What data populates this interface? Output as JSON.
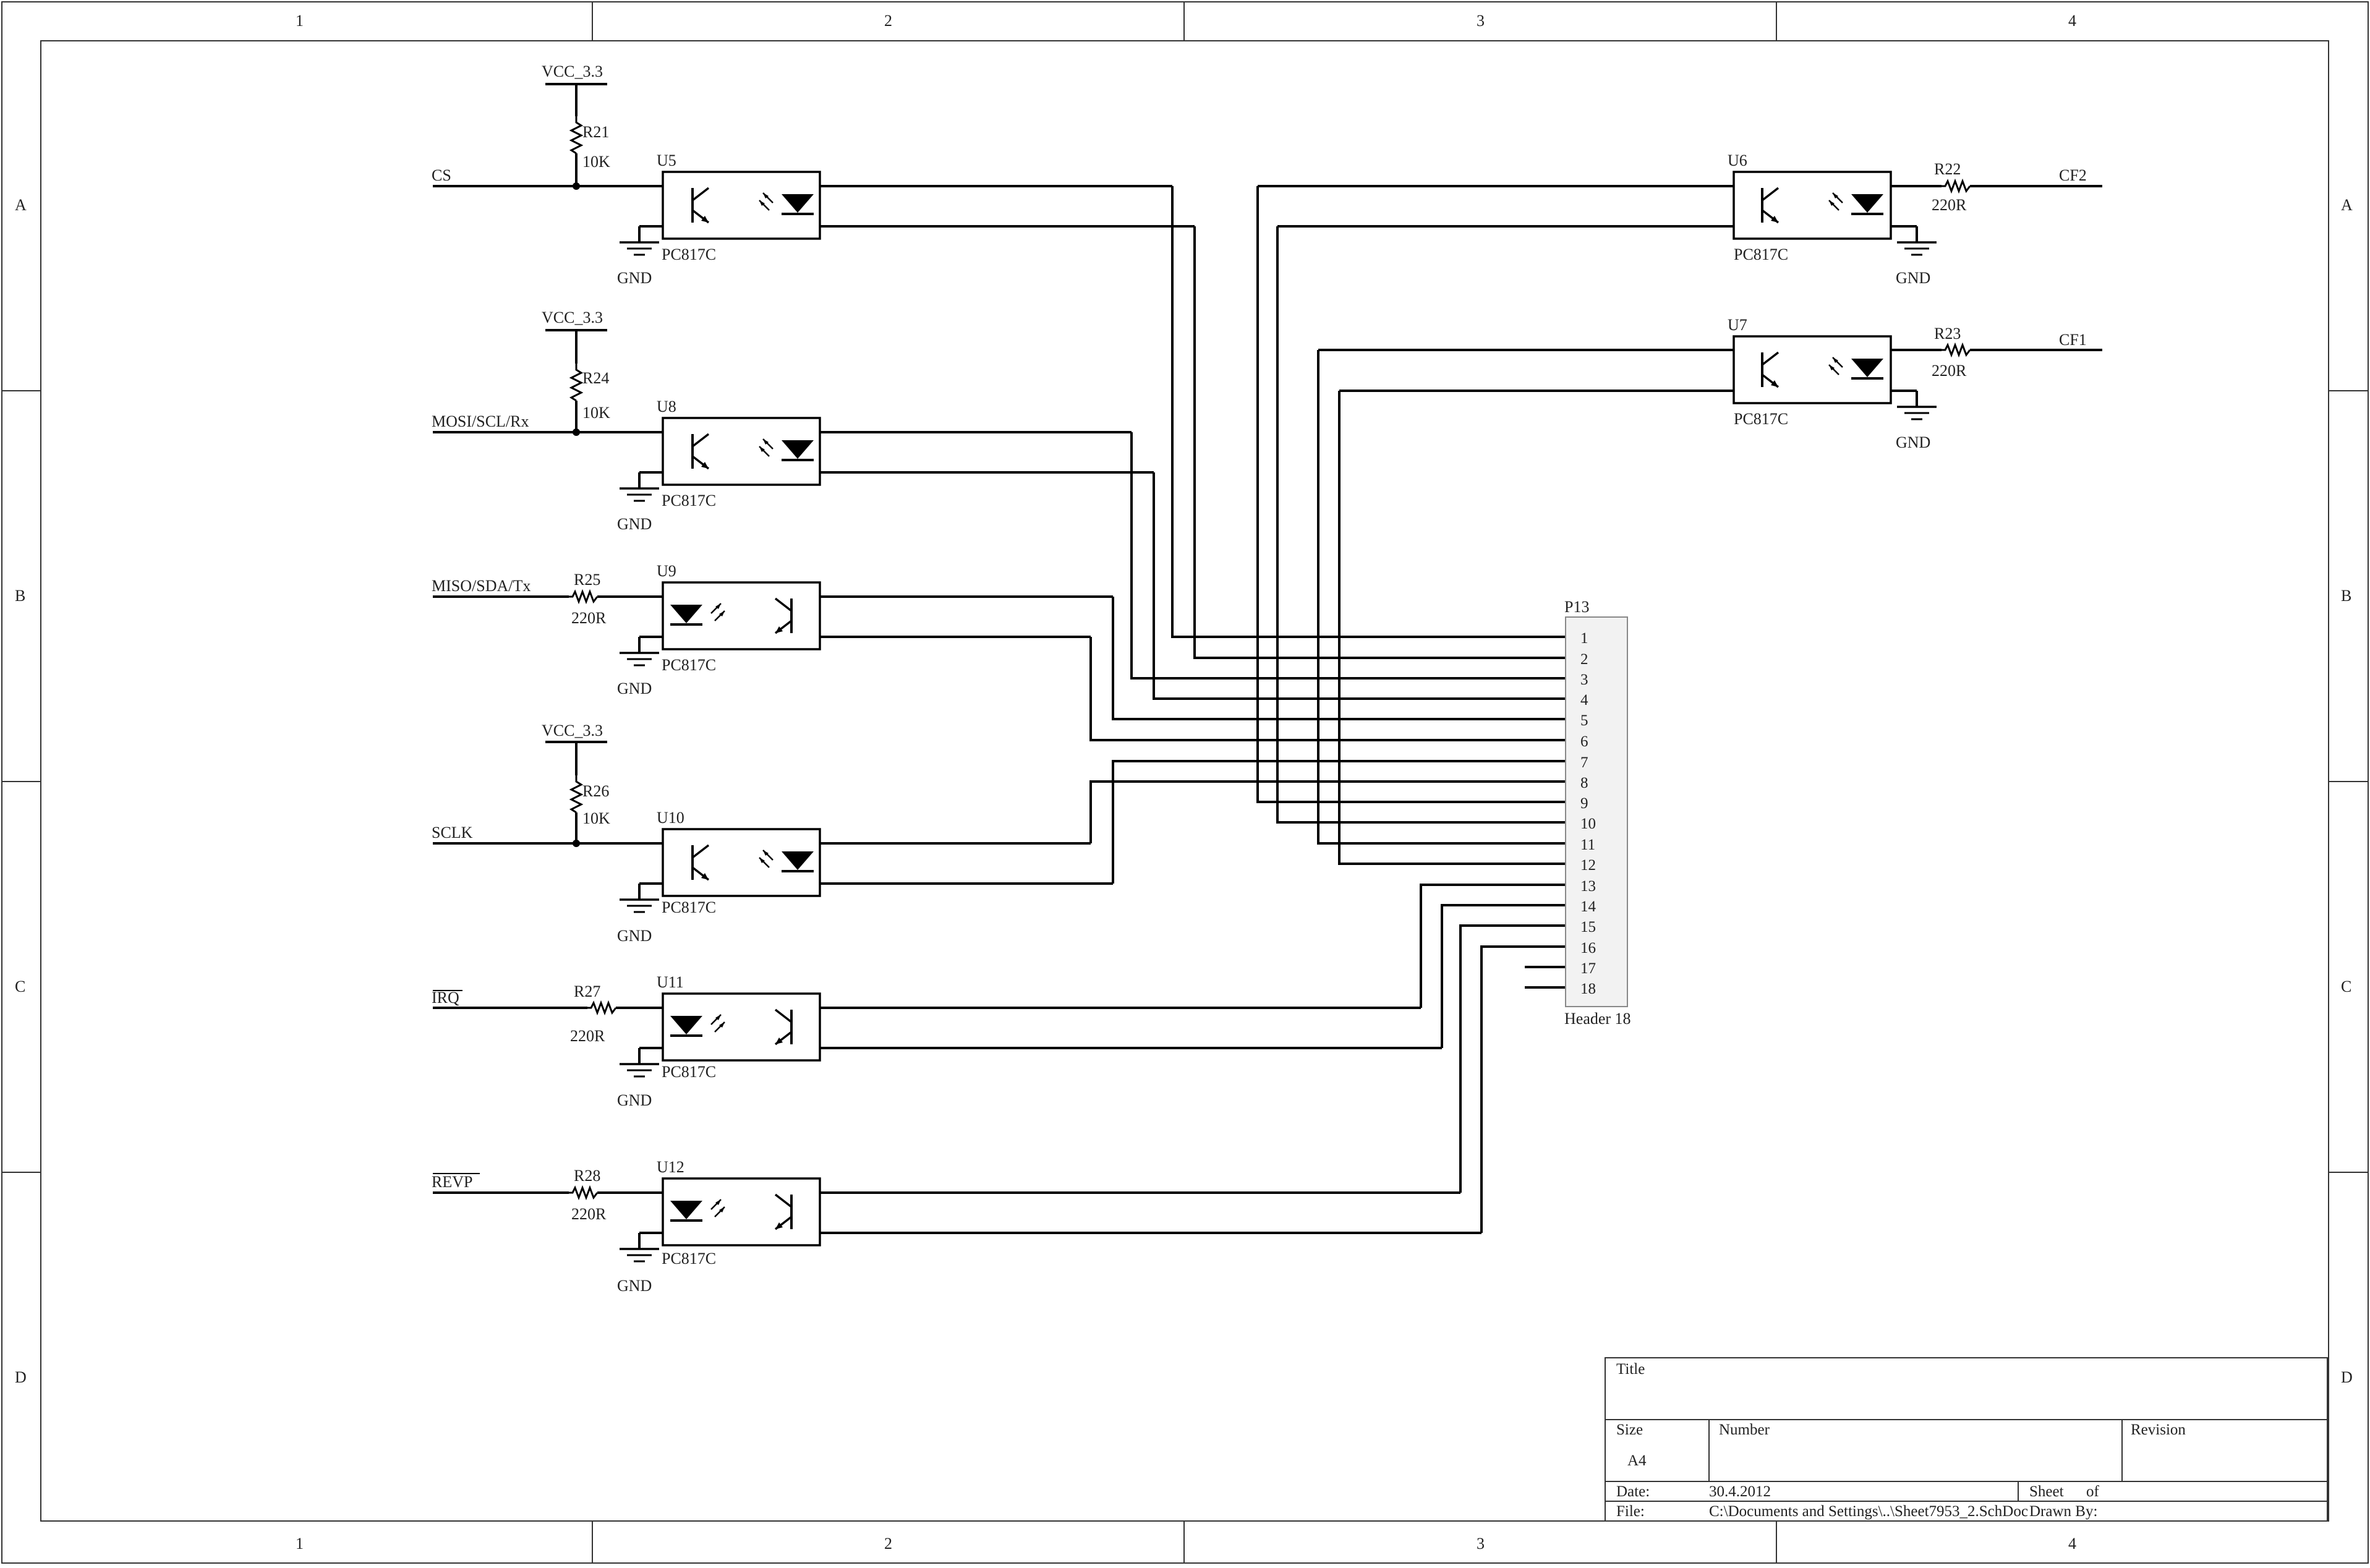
{
  "frame": {
    "columns": [
      "1",
      "2",
      "3",
      "4"
    ],
    "rows": [
      "A",
      "B",
      "C",
      "D"
    ]
  },
  "nets": {
    "cs": "CS",
    "mosi": "MOSI/SCL/Rx",
    "miso": "MISO/SDA/Tx",
    "sclk": "SCLK",
    "irq": "IRQ",
    "revp": "REVP",
    "cf2": "CF2",
    "cf1": "CF1",
    "vcc": "VCC_3.3",
    "gnd": "GND"
  },
  "components": {
    "optos": [
      {
        "ref": "U5",
        "part": "PC817C"
      },
      {
        "ref": "U8",
        "part": "PC817C"
      },
      {
        "ref": "U9",
        "part": "PC817C"
      },
      {
        "ref": "U10",
        "part": "PC817C"
      },
      {
        "ref": "U11",
        "part": "PC817C"
      },
      {
        "ref": "U12",
        "part": "PC817C"
      },
      {
        "ref": "U6",
        "part": "PC817C"
      },
      {
        "ref": "U7",
        "part": "PC817C"
      }
    ],
    "resistors": [
      {
        "ref": "R21",
        "value": "10K"
      },
      {
        "ref": "R24",
        "value": "10K"
      },
      {
        "ref": "R26",
        "value": "10K"
      },
      {
        "ref": "R25",
        "value": "220R"
      },
      {
        "ref": "R27",
        "value": "220R"
      },
      {
        "ref": "R28",
        "value": "220R"
      },
      {
        "ref": "R22",
        "value": "220R"
      },
      {
        "ref": "R23",
        "value": "220R"
      }
    ],
    "header": {
      "ref": "P13",
      "name": "Header 18",
      "pins": [
        "1",
        "2",
        "3",
        "4",
        "5",
        "6",
        "7",
        "8",
        "9",
        "10",
        "11",
        "12",
        "13",
        "14",
        "15",
        "16",
        "17",
        "18"
      ]
    }
  },
  "title_block": {
    "title_label": "Title",
    "size_label": "Size",
    "size_value": "A4",
    "number_label": "Number",
    "revision_label": "Revision",
    "date_label": "Date:",
    "date_value": "30.4.2012",
    "sheet_label": "Sheet",
    "of_label": "of",
    "file_label": "File:",
    "file_value": "C:\\Documents and Settings\\..\\Sheet7953_2.SchDoc",
    "drawn_label": "Drawn By:"
  }
}
